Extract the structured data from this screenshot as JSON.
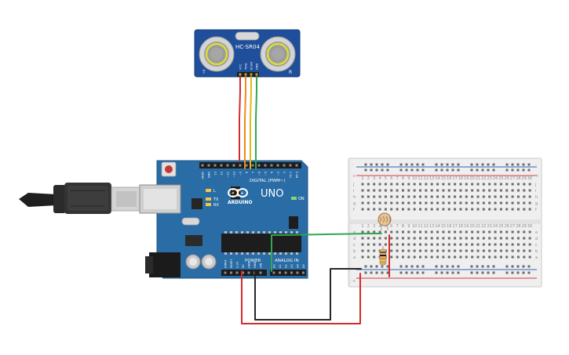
{
  "sensor": {
    "model": "HC-SR04",
    "left_mark": "T",
    "right_mark": "R",
    "pins": [
      "VCC",
      "TRIG",
      "ECHO",
      "GND"
    ]
  },
  "arduino": {
    "brand": "ARDUINO",
    "model": "UNO",
    "digital_label": "DIGITAL (PWM~)",
    "power_label": "POWER",
    "analog_label": "ANALOG IN",
    "on_label": "ON",
    "tx_label": "TX",
    "rx_label": "RX",
    "l_label": "L",
    "analog_pins": [
      "A0",
      "A1",
      "A2",
      "A3",
      "A4",
      "A5"
    ],
    "power_pins": [
      "IOREF",
      "RESET",
      "3.3V",
      "5V",
      "GND",
      "GND",
      "VIN"
    ],
    "digital_pins": [
      "AREF",
      "GND",
      "13",
      "12",
      "~11",
      "~10",
      "~9",
      "8",
      "7",
      "~6",
      "~5",
      "4",
      "~3",
      "2",
      "TX 1",
      "RX 0"
    ]
  },
  "breadboard": {
    "rows_top": [
      "j",
      "i",
      "h",
      "g",
      "f"
    ],
    "rows_bottom": [
      "e",
      "d",
      "c",
      "b",
      "a"
    ],
    "columns": 30,
    "rail_plus": "+",
    "rail_minus": "-"
  },
  "colors": {
    "wire_red": "#d62a2a",
    "wire_black": "#262626",
    "wire_green": "#2fa84f",
    "wire_orange": "#f08a1c",
    "wire_yellow": "#e0b81a",
    "board_blue": "#2a6ca6",
    "sensor_blue": "#1f4e9a"
  }
}
